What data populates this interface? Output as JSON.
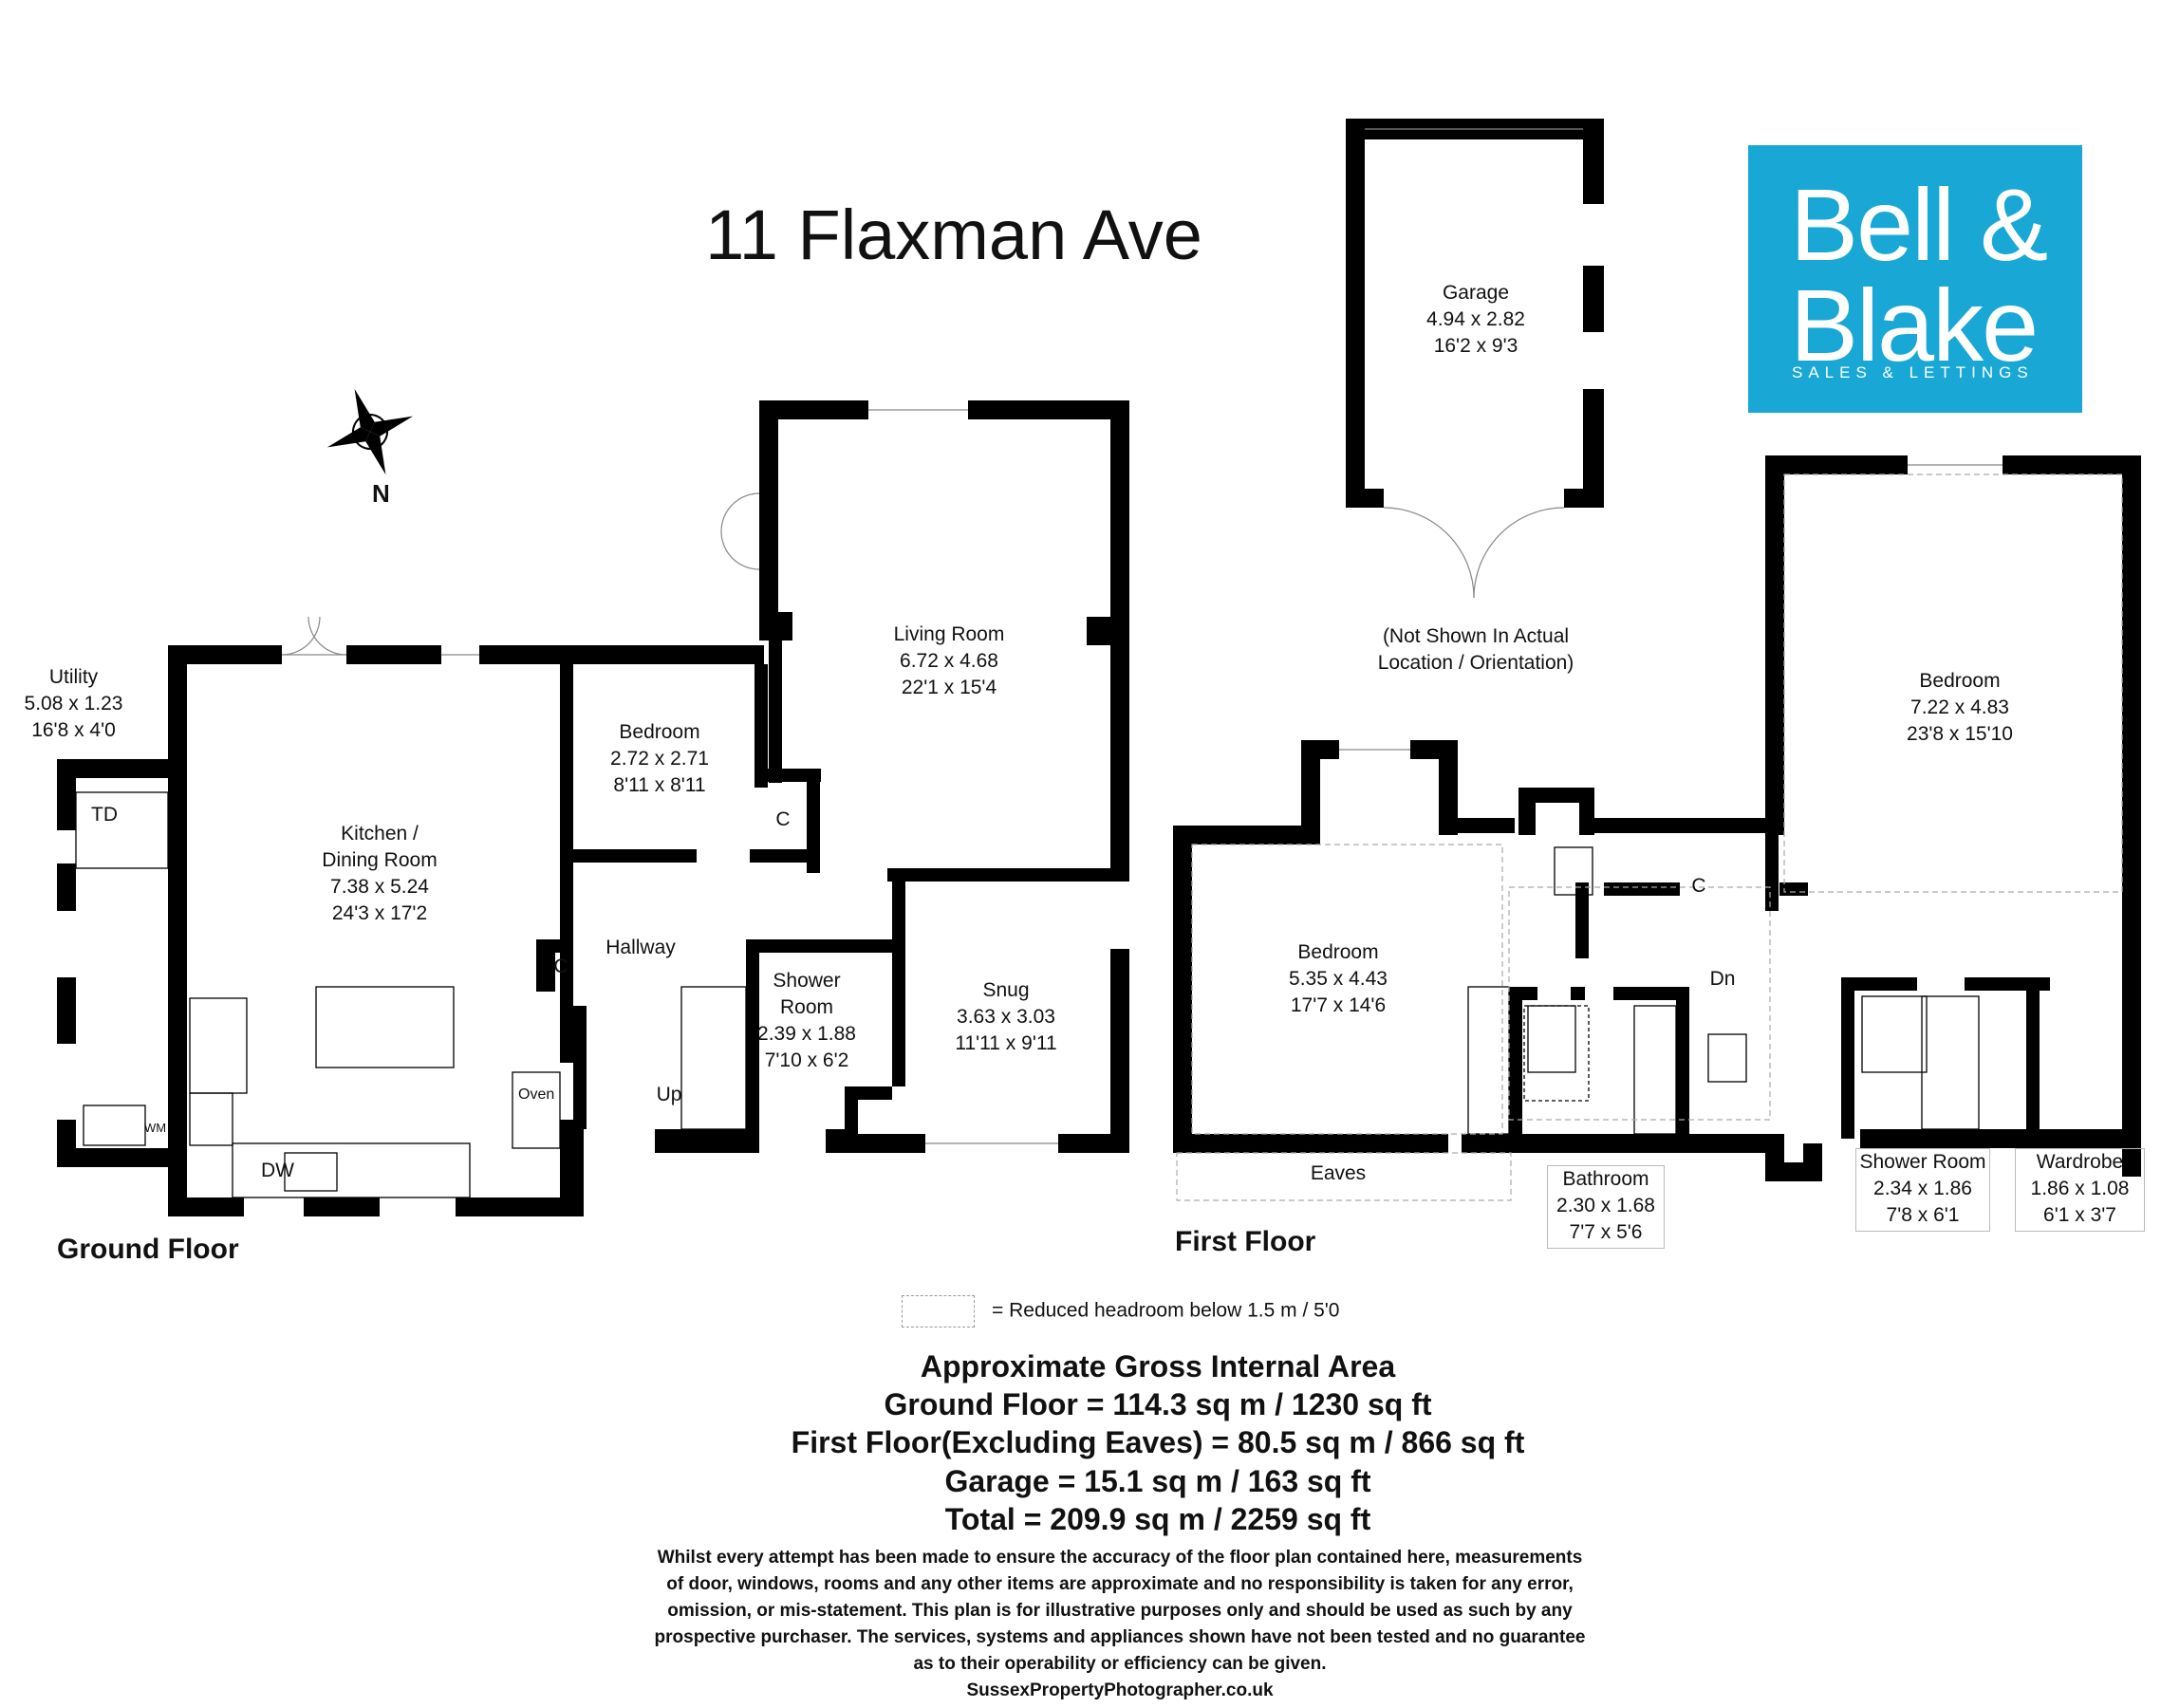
{
  "title": "11 Flaxman Ave",
  "compass_label": "N",
  "brand": {
    "line1": "Bell &",
    "line2": "Blake",
    "tagline": "SALES & LETTINGS",
    "color": "#19a8d6"
  },
  "ground_floor": {
    "label": "Ground Floor",
    "rooms": [
      {
        "id": "utility",
        "name": "Utility",
        "metric": "5.08 x 1.23",
        "imperial": "16'8 x 4'0"
      },
      {
        "id": "kitchen",
        "name_line1": "Kitchen /",
        "name_line2": "Dining Room",
        "metric": "7.38 x 5.24",
        "imperial": "24'3 x 17'2"
      },
      {
        "id": "bedroom",
        "name": "Bedroom",
        "metric": "2.72 x 2.71",
        "imperial": "8'11 x 8'11"
      },
      {
        "id": "living",
        "name": "Living Room",
        "metric": "6.72 x 4.68",
        "imperial": "22'1 x 15'4"
      },
      {
        "id": "shower",
        "name_line1": "Shower",
        "name_line2": "Room",
        "metric": "2.39 x 1.88",
        "imperial": "7'10 x 6'2"
      },
      {
        "id": "snug",
        "name": "Snug",
        "metric": "3.63 x 3.03",
        "imperial": "11'11 x 9'11"
      }
    ],
    "labels": {
      "hallway": "Hallway",
      "up": "Up",
      "td": "TD",
      "c1": "C",
      "c2": "C",
      "oven": "Oven",
      "dw": "DW",
      "wm": "WM"
    }
  },
  "garage": {
    "name": "Garage",
    "metric": "4.94 x 2.82",
    "imperial": "16'2 x 9'3",
    "note_line1": "(Not Shown In Actual",
    "note_line2": "Location / Orientation)"
  },
  "first_floor": {
    "label": "First Floor",
    "rooms": [
      {
        "id": "bedroom2",
        "name": "Bedroom",
        "metric": "5.35 x 4.43",
        "imperial": "17'7 x 14'6"
      },
      {
        "id": "bedroom3",
        "name": "Bedroom",
        "metric": "7.22 x 4.83",
        "imperial": "23'8 x 15'10"
      },
      {
        "id": "bathroom",
        "name": "Bathroom",
        "metric": "2.30 x 1.68",
        "imperial": "7'7 x 5'6"
      },
      {
        "id": "shower2",
        "name": "Shower Room",
        "metric": "2.34 x 1.86",
        "imperial": "7'8 x 6'1"
      },
      {
        "id": "wardrobe",
        "name": "Wardrobe",
        "metric": "1.86 x 1.08",
        "imperial": "6'1 x 3'7"
      }
    ],
    "labels": {
      "eaves": "Eaves",
      "dn": "Dn",
      "c": "C"
    }
  },
  "legend": "=  Reduced headroom below 1.5 m / 5'0",
  "area": {
    "heading": "Approximate Gross Internal Area",
    "ground": "Ground Floor = 114.3 sq m / 1230 sq ft",
    "first": "First Floor(Excluding Eaves) = 80.5 sq m / 866 sq ft",
    "garage": "Garage = 15.1 sq m / 163 sq ft",
    "total": "Total = 209.9 sq m / 2259 sq ft"
  },
  "disclaimer": [
    "Whilst every attempt has been made to ensure the accuracy of the floor plan contained here, measurements",
    "of door, windows, rooms and any other items are approximate and no responsibility is taken for any error,",
    "omission, or mis-statement. This plan is for illustrative purposes only and should be used as such by any",
    "prospective purchaser. The services, systems and appliances shown have not been tested and no guarantee",
    "as to their operability or efficiency can be given.",
    "SussexPropertyPhotographer.co.uk"
  ]
}
